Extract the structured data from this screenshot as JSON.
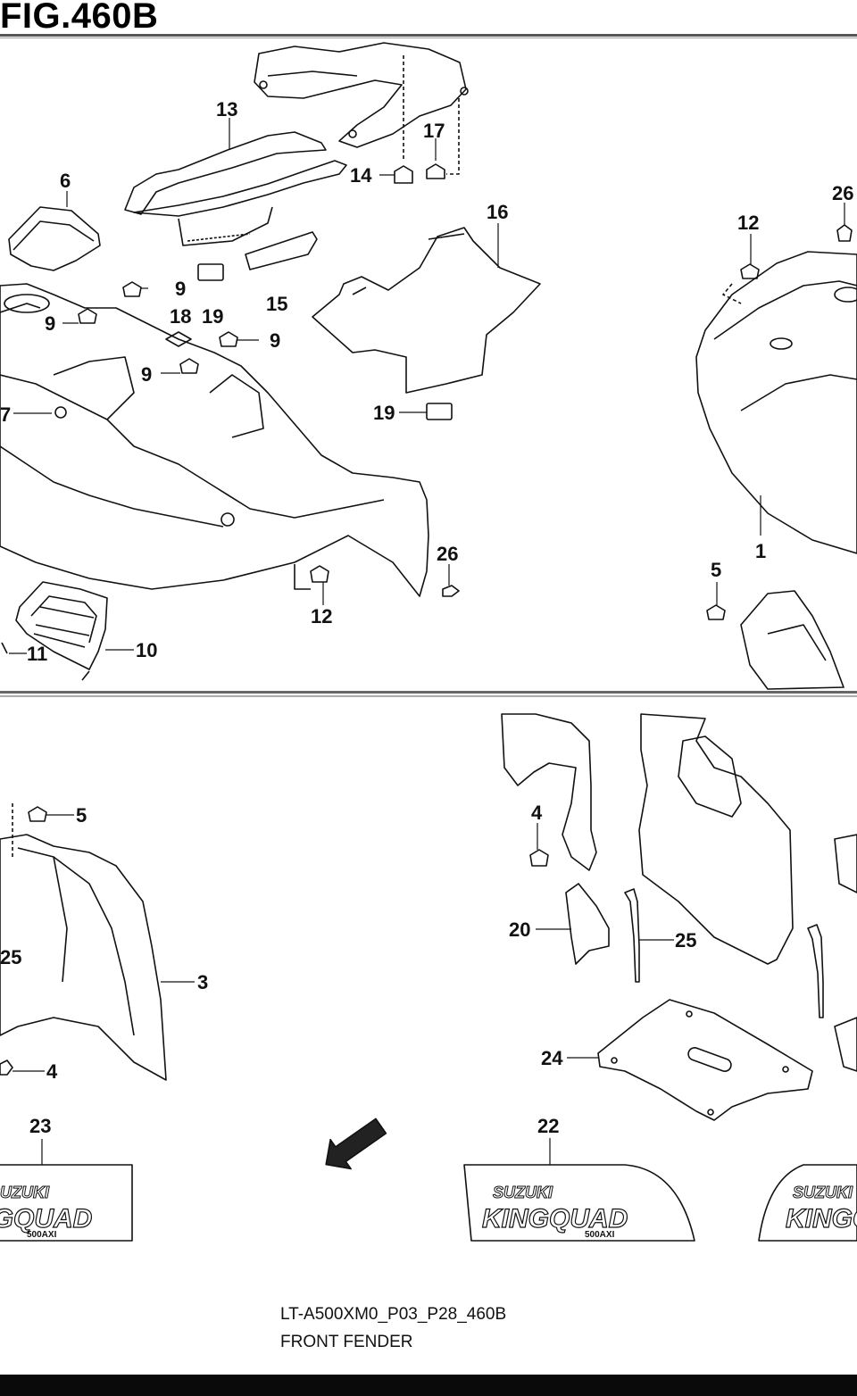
{
  "figure": {
    "title": "FIG.460B"
  },
  "footer": {
    "drawing_code": "LT-A500XM0_P03_P28_460B",
    "drawing_name": "FRONT FENDER"
  },
  "direction_arrow": {
    "text": "FWD"
  },
  "decals": {
    "brand": "SUZUKI",
    "model": "KINGQUAD",
    "sub_model": "500AXI"
  },
  "part_callouts": {
    "c1": "1",
    "c3": "3",
    "c4a": "4",
    "c4b": "4",
    "c5a": "5",
    "c5b": "5",
    "c6": "6",
    "c7": "7",
    "c9a": "9",
    "c9b": "9",
    "c9c": "9",
    "c9d": "9",
    "c10": "10",
    "c11": "11",
    "c12a": "12",
    "c12b": "12",
    "c13": "13",
    "c14": "14",
    "c15": "15",
    "c16": "16",
    "c17": "17",
    "c18": "18",
    "c19a": "19",
    "c19b": "19",
    "c20": "20",
    "c22": "22",
    "c23": "23",
    "c24": "24",
    "c25a": "25",
    "c25b": "25",
    "c26a": "26",
    "c26b": "26"
  }
}
